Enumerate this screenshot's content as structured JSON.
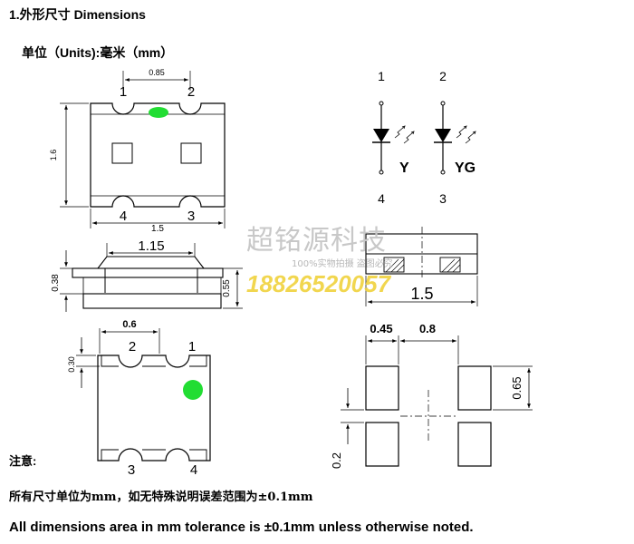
{
  "title": "1.外形尺寸 Dimensions",
  "units": "单位（Units):毫米（mm）",
  "top_view": {
    "dim_width_top": "0.85",
    "dim_height": "1.6",
    "dim_width_bottom": "1.5",
    "pin_1": "1",
    "pin_2": "2",
    "pin_3": "3",
    "pin_4": "4",
    "marker_color": "#22dd33"
  },
  "schematic": {
    "pin_1": "1",
    "pin_2": "2",
    "pin_3": "3",
    "pin_4": "4",
    "label_left": "Y",
    "label_right": "YG"
  },
  "side_view": {
    "dim_top": "1.15",
    "dim_left": "0.38",
    "dim_right": "0.55"
  },
  "side_view_right": {
    "dim_bottom": "1.5"
  },
  "bottom_view": {
    "dim_top": "0.6",
    "dim_left": "0.30",
    "pin_1": "1",
    "pin_2": "2",
    "pin_3": "3",
    "pin_4": "4",
    "marker_color": "#22dd33"
  },
  "pad_layout": {
    "dim_left": "0.45",
    "dim_right": "0.8",
    "dim_vertical": "0.65",
    "dim_small": "0.2"
  },
  "watermark": {
    "company": "超铭源科技",
    "tag": "100%实物拍摄  盗图必究",
    "phone": "18826520057"
  },
  "notes": {
    "title": "注意:",
    "chinese": "所有尺寸单位为mm，如无特殊说明误差范围为±0.1mm",
    "english": "All dimensions area in mm tolerance is ±0.1mm unless otherwise noted."
  }
}
